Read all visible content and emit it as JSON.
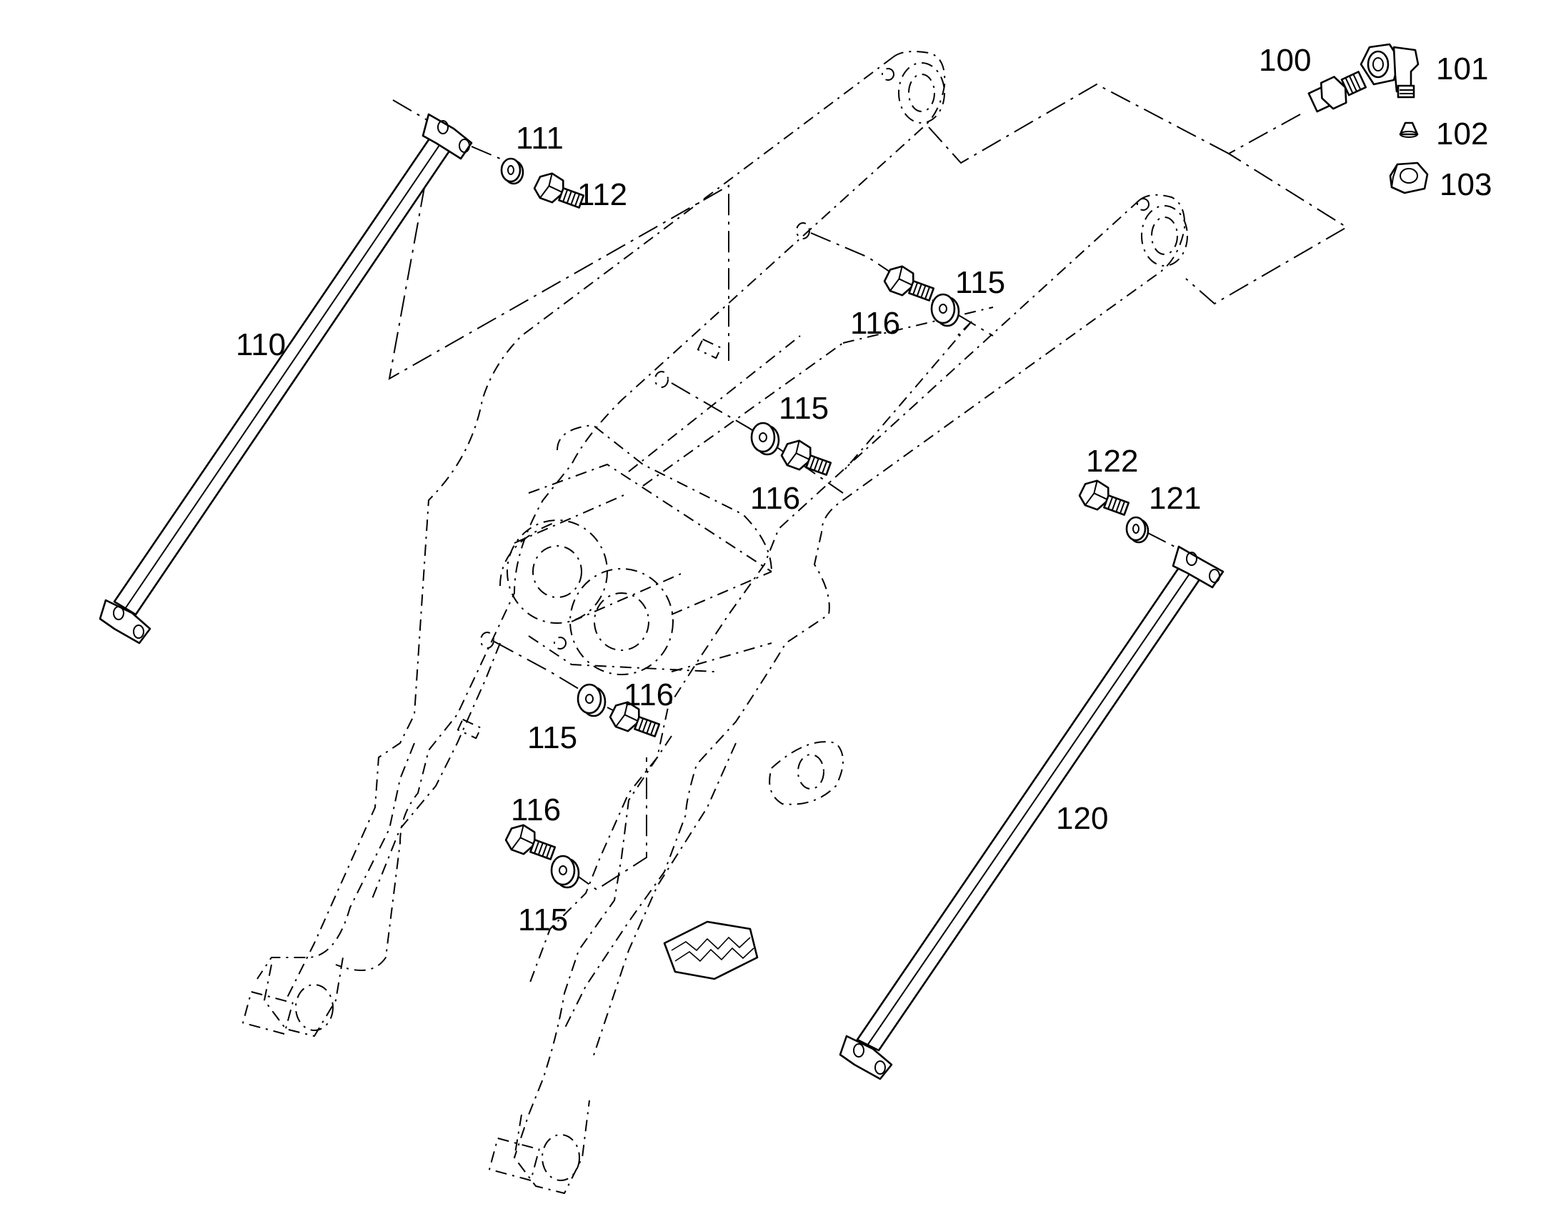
{
  "parts": [
    {
      "key": "p100",
      "label": "100",
      "icon": "fitting-nipple-icon"
    },
    {
      "key": "p101",
      "label": "101",
      "icon": "elbow-fitting-icon"
    },
    {
      "key": "p102",
      "label": "102",
      "icon": "cone-seal-icon"
    },
    {
      "key": "p103",
      "label": "103",
      "icon": "hex-nut-icon"
    },
    {
      "key": "p110",
      "label": "110",
      "icon": "strap-bar-icon"
    },
    {
      "key": "p111",
      "label": "111",
      "icon": "washer-icon"
    },
    {
      "key": "p112",
      "label": "112",
      "icon": "hex-bolt-icon"
    },
    {
      "key": "p115",
      "label": "115",
      "icon": "spacer-icon"
    },
    {
      "key": "p116",
      "label": "116",
      "icon": "hex-bolt-icon"
    },
    {
      "key": "p120",
      "label": "120",
      "icon": "strap-bar-icon"
    },
    {
      "key": "p121",
      "label": "121",
      "icon": "washer-icon"
    },
    {
      "key": "p122",
      "label": "122",
      "icon": "hex-bolt-icon"
    }
  ]
}
